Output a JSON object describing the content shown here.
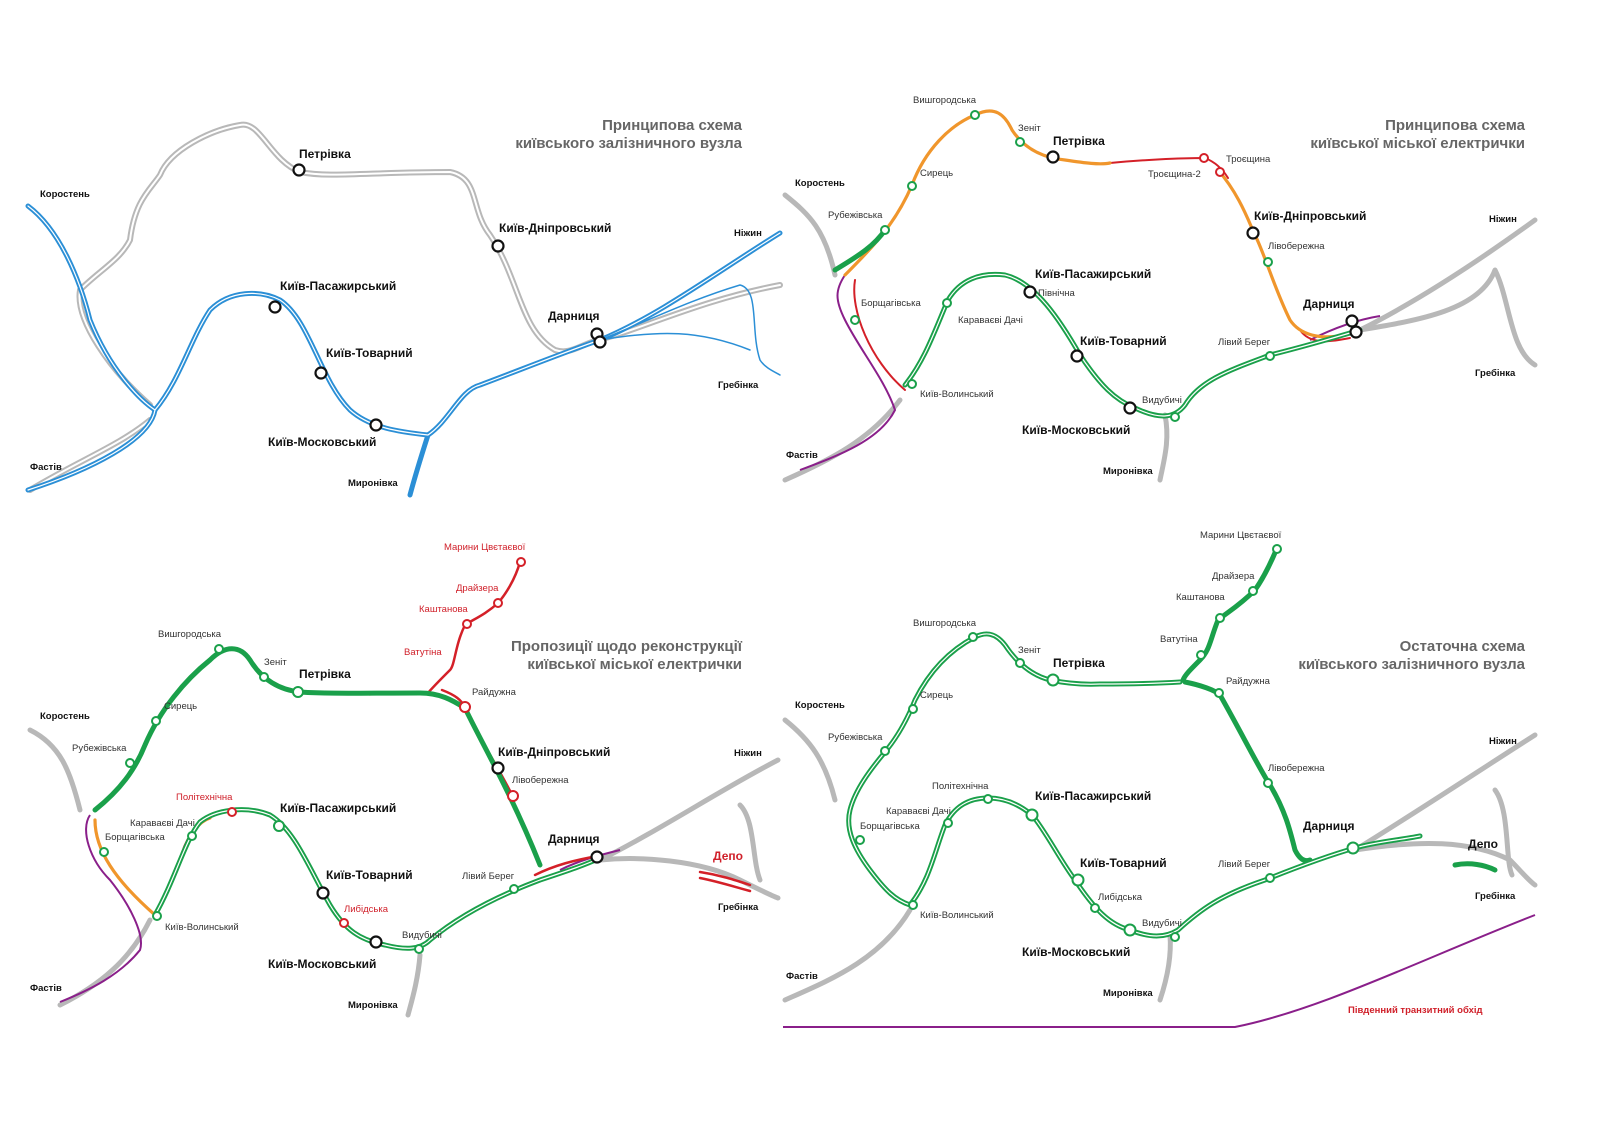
{
  "colors": {
    "rail": "#b8b8b8",
    "blue": "#2b8fd6",
    "green": "#1aa04a",
    "orange": "#f0962c",
    "red": "#d42028",
    "purple": "#8a1f8a",
    "title": "#666666"
  },
  "panels": [
    {
      "id": "p1",
      "title": [
        "Принципова схема",
        "київського залізничного вузла"
      ],
      "termini": [
        "Коростень",
        "Ніжин",
        "Гребінка",
        "Фастів",
        "Миронівка"
      ],
      "major": [
        "Петрівка",
        "Київ-Дніпровський",
        "Київ-Пасажирський",
        "Київ-Товарний",
        "Київ-Московський",
        "Дарниця"
      ],
      "minor": [],
      "red": [],
      "extra": []
    },
    {
      "id": "p2",
      "title": [
        "Принципова схема",
        "київської міської електрички"
      ],
      "termini": [
        "Коростень",
        "Ніжин",
        "Гребінка",
        "Фастів",
        "Миронівка"
      ],
      "major": [
        "Петрівка",
        "Київ-Дніпровський",
        "Київ-Пасажирський",
        "Київ-Товарний",
        "Київ-Московський",
        "Дарниця"
      ],
      "minor": [
        "Вишгородська",
        "Зеніт",
        "Сирець",
        "Рубежівська",
        "Троєщина",
        "Троєщина-2",
        "Лівобережна",
        "Північна",
        "Борщагівська",
        "Караваєві Дачі",
        "Київ-Волинський",
        "Лівий Берег",
        "Видубичі"
      ],
      "red": [],
      "extra": []
    },
    {
      "id": "p3",
      "title": [
        "Пропозиції щодо реконструкції",
        "київської міської електрички"
      ],
      "termini": [
        "Коростень",
        "Ніжин",
        "Гребінка",
        "Фастів",
        "Миронівка"
      ],
      "major": [
        "Петрівка",
        "Київ-Дніпровський",
        "Київ-Пасажирський",
        "Київ-Товарний",
        "Київ-Московський",
        "Дарниця"
      ],
      "minor": [
        "Вишгородська",
        "Зеніт",
        "Сирець",
        "Рубежівська",
        "Райдужна",
        "Лівобережна",
        "Борщагівська",
        "Караваєві Дачі",
        "Київ-Волинський",
        "Лівий Берег",
        "Видубичі"
      ],
      "red": [
        "Марини Цвєтаєвої",
        "Драйзера",
        "Каштанова",
        "Ватутіна",
        "Політехнічна",
        "Либідська"
      ],
      "extra": [
        "Депо"
      ]
    },
    {
      "id": "p4",
      "title": [
        "Остаточна схема",
        "київського залізничного вузла"
      ],
      "termini": [
        "Коростень",
        "Ніжин",
        "Гребінка",
        "Фастів",
        "Миронівка"
      ],
      "major": [
        "Петрівка",
        "Київ-Пасажирський",
        "Київ-Товарний",
        "Київ-Московський",
        "Дарниця"
      ],
      "minor": [
        "Вишгородська",
        "Зеніт",
        "Сирець",
        "Рубежівська",
        "Марини Цвєтаєвої",
        "Драйзера",
        "Каштанова",
        "Ватутіна",
        "Райдужна",
        "Лівобережна",
        "Політехнічна",
        "Караваєві Дачі",
        "Борщагівська",
        "Київ-Волинський",
        "Либідська",
        "Лівий Берег",
        "Видубичі"
      ],
      "red": [],
      "extra": [
        "Депо",
        "Південний транзитний обхід"
      ]
    }
  ]
}
